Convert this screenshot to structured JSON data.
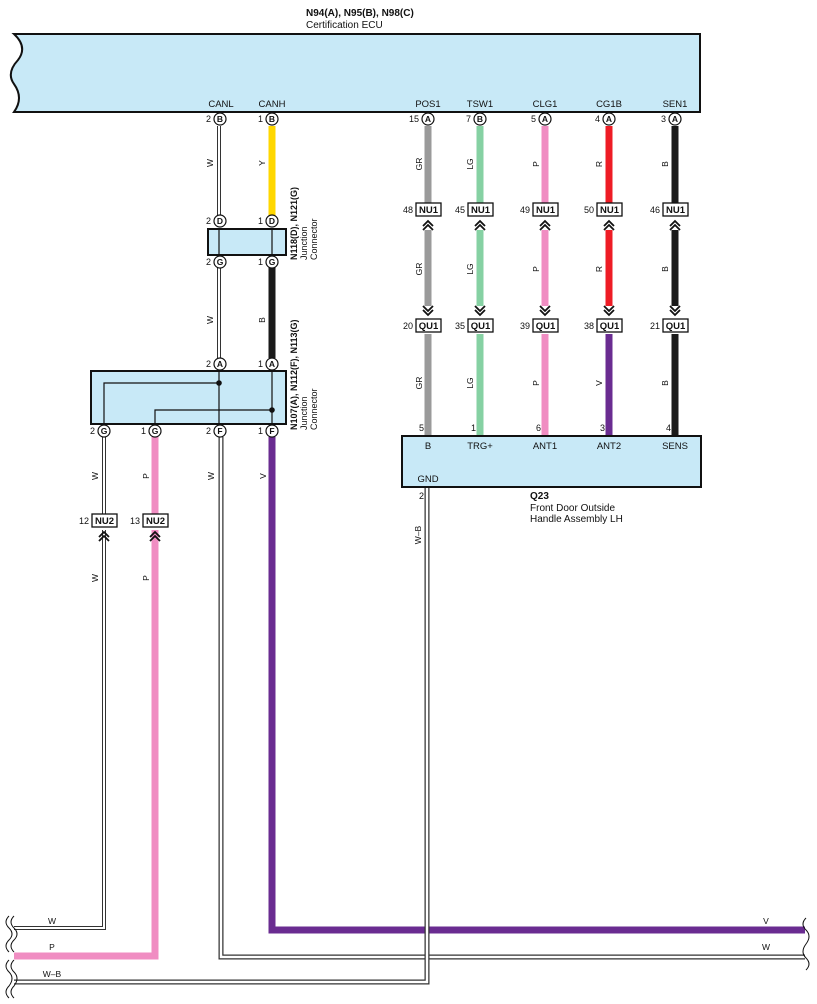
{
  "ecu": {
    "code": "N94(A), N95(B), N98(C)",
    "name": "Certification ECU",
    "pins": [
      {
        "signal": "CANL",
        "num": "2",
        "conn": "B"
      },
      {
        "signal": "CANH",
        "num": "1",
        "conn": "B"
      },
      {
        "signal": "POS1",
        "num": "15",
        "conn": "A"
      },
      {
        "signal": "TSW1",
        "num": "7",
        "conn": "B"
      },
      {
        "signal": "CLG1",
        "num": "5",
        "conn": "A"
      },
      {
        "signal": "CG1B",
        "num": "4",
        "conn": "A"
      },
      {
        "signal": "SEN1",
        "num": "3",
        "conn": "A"
      }
    ]
  },
  "junction1": {
    "code": "N118(D), N121(G)",
    "name1": "Junction",
    "name2": "Connector",
    "top_pins": [
      {
        "num": "2",
        "conn": "D"
      },
      {
        "num": "1",
        "conn": "D"
      }
    ],
    "bottom_pins": [
      {
        "num": "2",
        "conn": "G"
      },
      {
        "num": "1",
        "conn": "G"
      }
    ]
  },
  "junction2": {
    "code": "N107(A), N112(F), N113(G)",
    "name1": "Junction",
    "name2": "Connector",
    "top_pins": [
      {
        "num": "2",
        "conn": "A"
      },
      {
        "num": "1",
        "conn": "A"
      }
    ],
    "bottom_pins": [
      {
        "num": "2",
        "conn": "G"
      },
      {
        "num": "1",
        "conn": "G"
      },
      {
        "num": "2",
        "conn": "F"
      },
      {
        "num": "1",
        "conn": "F"
      }
    ]
  },
  "handle": {
    "code": "Q23",
    "name1": "Front Door Outside",
    "name2": "Handle Assembly LH",
    "pins": [
      {
        "signal": "B",
        "num": "5"
      },
      {
        "signal": "TRG+",
        "num": "1"
      },
      {
        "signal": "ANT1",
        "num": "6"
      },
      {
        "signal": "ANT2",
        "num": "3"
      },
      {
        "signal": "SENS",
        "num": "4"
      }
    ],
    "gnd_signal": "GND",
    "gnd_num": "2"
  },
  "connectors": {
    "nu1": {
      "label": "NU1",
      "pins": [
        "48",
        "45",
        "49",
        "50",
        "46"
      ]
    },
    "qu1": {
      "label": "QU1",
      "pins": [
        "20",
        "35",
        "39",
        "38",
        "21"
      ]
    },
    "nu2": {
      "label": "NU2",
      "pins": [
        "12",
        "13"
      ]
    }
  },
  "wire_codes": {
    "canl": "W",
    "canh_top": "Y",
    "canh_mid": "B",
    "pos1": "GR",
    "tsw1": "LG",
    "clg1": "P",
    "cg1b_upper": "R",
    "cg1b_lower": "V",
    "sen1": "B",
    "nu2_w": "W",
    "nu2_p": "P",
    "f_w": "W",
    "f_v": "V",
    "gnd": "W–B"
  },
  "bus_labels": {
    "left_w": "W",
    "left_p": "P",
    "left_wb": "W–B",
    "right_v": "V",
    "right_w": "W"
  },
  "colors": {
    "box_fill": "#c8e9f7",
    "W": "#ffffff",
    "Y": "#ffd700",
    "B": "#1a1a1a",
    "GR": "#9a9a9a",
    "LG": "#86d1a3",
    "P": "#f08dc2",
    "R": "#ee1c25",
    "V": "#6a2c91"
  }
}
